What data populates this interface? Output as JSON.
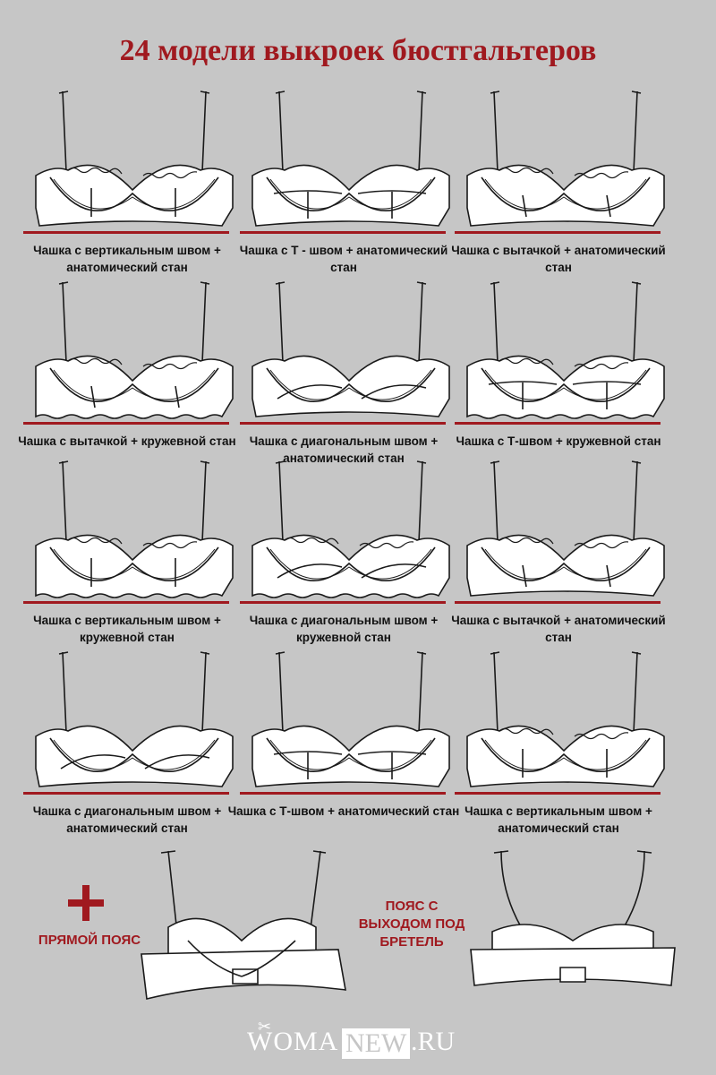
{
  "title": "24 модели выкроек бюстгальтеров",
  "colors": {
    "accent": "#a0191f",
    "background": "#c6c6c6",
    "sketch_fill": "#ffffff",
    "sketch_stroke": "#1a1a1a"
  },
  "models": [
    {
      "caption": "Чашка с вертикальным швом + анатомический стан",
      "seam": "vertical",
      "band": "anatomic"
    },
    {
      "caption": "Чашка с Т - швом + анатомический стан",
      "seam": "t",
      "band": "anatomic"
    },
    {
      "caption": "Чашка с вытачкой + анатомический стан",
      "seam": "dart",
      "band": "anatomic"
    },
    {
      "caption": "Чашка с вытачкой + кружевной стан",
      "seam": "dart",
      "band": "lace"
    },
    {
      "caption": "Чашка с диагональным швом + анатомический стан",
      "seam": "diagonal",
      "band": "anatomic"
    },
    {
      "caption": "Чашка с Т-швом + кружевной стан",
      "seam": "t",
      "band": "lace"
    },
    {
      "caption": "Чашка с вертикальным швом + кружевной стан",
      "seam": "vertical",
      "band": "lace"
    },
    {
      "caption": "Чашка с диагональным швом + кружевной стан",
      "seam": "diagonal",
      "band": "lace"
    },
    {
      "caption": "Чашка с вытачкой + анатомический стан",
      "seam": "dart",
      "band": "anatomic"
    },
    {
      "caption": "Чашка с диагональным швом + анатомический стан",
      "seam": "diagonal",
      "band": "anatomic"
    },
    {
      "caption": "Чашка с Т-швом + анатомический стан",
      "seam": "t",
      "band": "anatomic"
    },
    {
      "caption": "Чашка с вертикальным швом + анатомический стан",
      "seam": "vertical",
      "band": "anatomic"
    }
  ],
  "extras": {
    "straight_band": "ПРЯМОЙ ПОЯС",
    "strap_band": "ПОЯС С ВЫХОДОМ ПОД БРЕТЕЛЬ"
  },
  "logo": {
    "left": "WOMA",
    "mid": "NEW",
    "right": ".RU"
  }
}
